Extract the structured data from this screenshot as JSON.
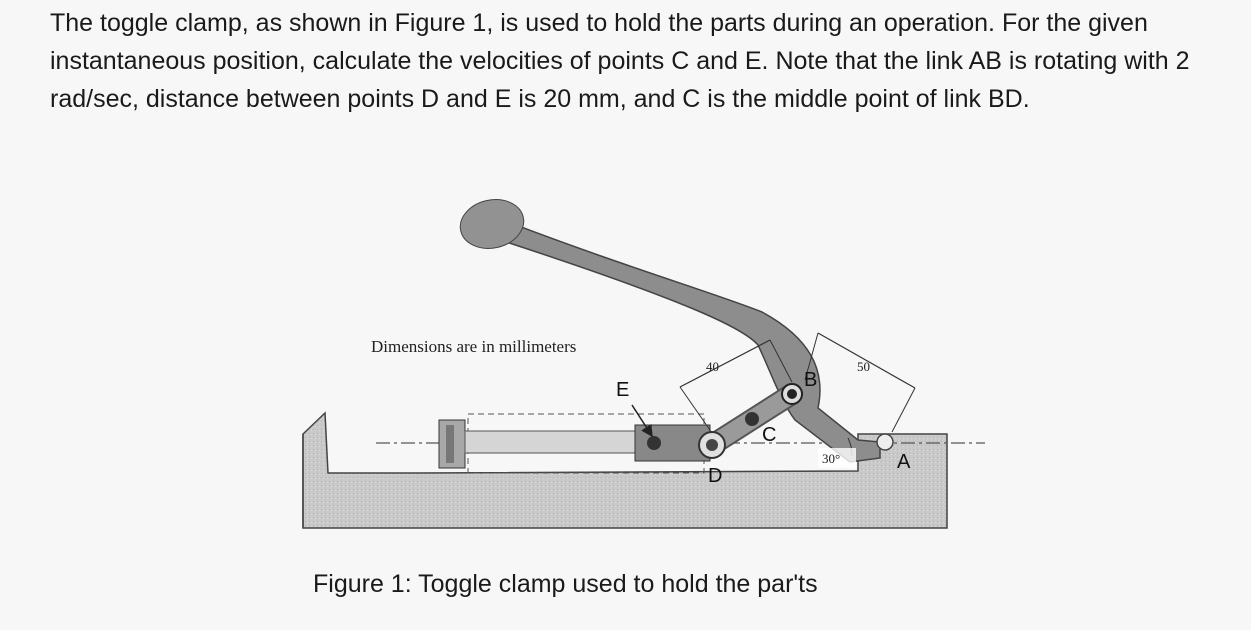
{
  "problem": {
    "text": "The toggle clamp, as shown in Figure 1, is used to hold the parts during an operation. For the given instantaneous position, calculate the velocities of points C and E. Note that the link AB is rotating with 2 rad/sec, distance between points D and E is 20 mm, and C is the middle point of link BD."
  },
  "figure": {
    "note": "Dimensions are in millimeters",
    "dimensions": {
      "bd_length": "40",
      "ab_length": "50",
      "angle": "30°"
    },
    "point_labels": {
      "a": "A",
      "b": "B",
      "c": "C",
      "d": "D",
      "e": "E"
    },
    "caption": "Figure 1: Toggle clamp used to hold the par'ts"
  }
}
